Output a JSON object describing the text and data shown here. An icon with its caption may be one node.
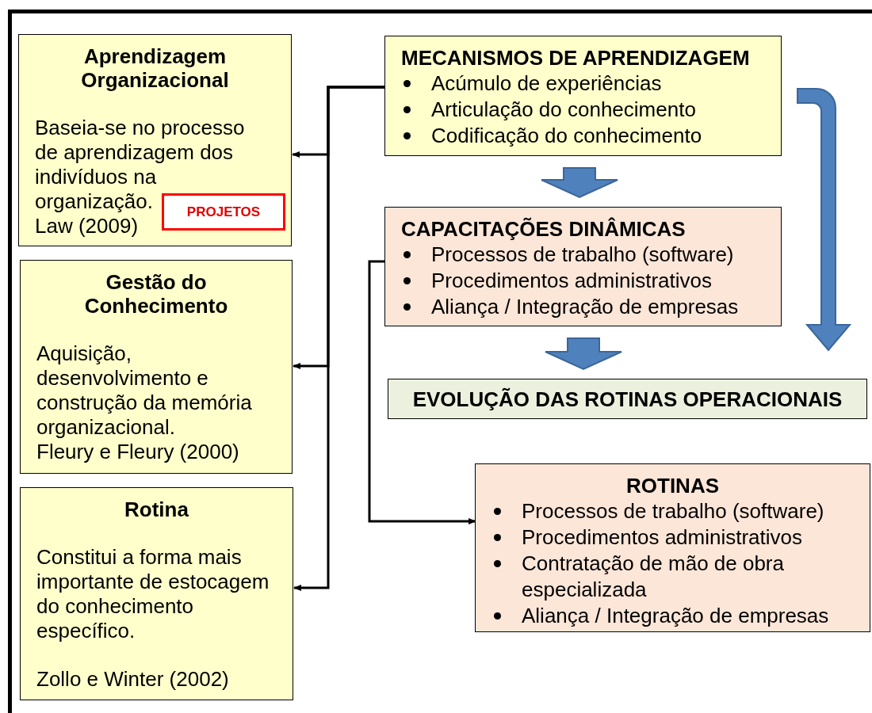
{
  "diagram": {
    "nodes": [
      {
        "text": [
          "Aprendizagem Organizacional",
          "Baseia-se no processo de aprendizagem dos indivíduos na organização.",
          "Law (2009)"
        ]
      },
      {
        "text": [
          "PROJETOS"
        ],
        "in": 0
      },
      {
        "text": [
          "Gestão do Conhecimento",
          "Aquisição, desenvolvimento e construção da memória organizacional.",
          "Fleury e Fleury (2000)"
        ]
      },
      {
        "text": [
          "Rotina",
          "Constitui a forma mais importante de estocagem do conhecimento específico.",
          "Zollo e Winter (2002)"
        ]
      },
      {
        "text": [
          "MECANISMOS DE APRENDIZAGEM",
          "Acúmulo de experiências",
          "Articulação do conhecimento",
          "Codificação do conhecimento"
        ]
      },
      {
        "text": [
          "CAPACITAÇÕES DINÂMICAS",
          "Processos de trabalho (software)",
          "Procedimentos administrativos",
          "Aliança / Integração de empresas"
        ]
      },
      {
        "text": [
          "EVOLUÇÃO DAS ROTINAS OPERACIONAIS"
        ]
      },
      {
        "text": [
          "ROTINAS",
          "Processos de trabalho (software)",
          "Procedimentos administrativos",
          "Contratação de mão de obra especializada",
          "Aliança / Integração de empresas"
        ]
      }
    ],
    "edges": [
      {
        "from": 4,
        "to": 0,
        "arrow": "to"
      },
      {
        "from": 4,
        "to": 2,
        "arrow": "to"
      },
      {
        "from": 4,
        "to": 3,
        "arrow": "to"
      },
      {
        "from": 5,
        "to": 7,
        "arrow": "to"
      },
      {
        "from": 4,
        "to": 5,
        "arrow": "to",
        "style": "thick",
        "color": "#4f81bd"
      },
      {
        "from": 5,
        "to": 6,
        "arrow": "to",
        "style": "thick",
        "color": "#4f81bd"
      },
      {
        "from": 4,
        "to": 6,
        "arrow": "to",
        "style": "thick",
        "color": "#4f81bd"
      }
    ]
  }
}
